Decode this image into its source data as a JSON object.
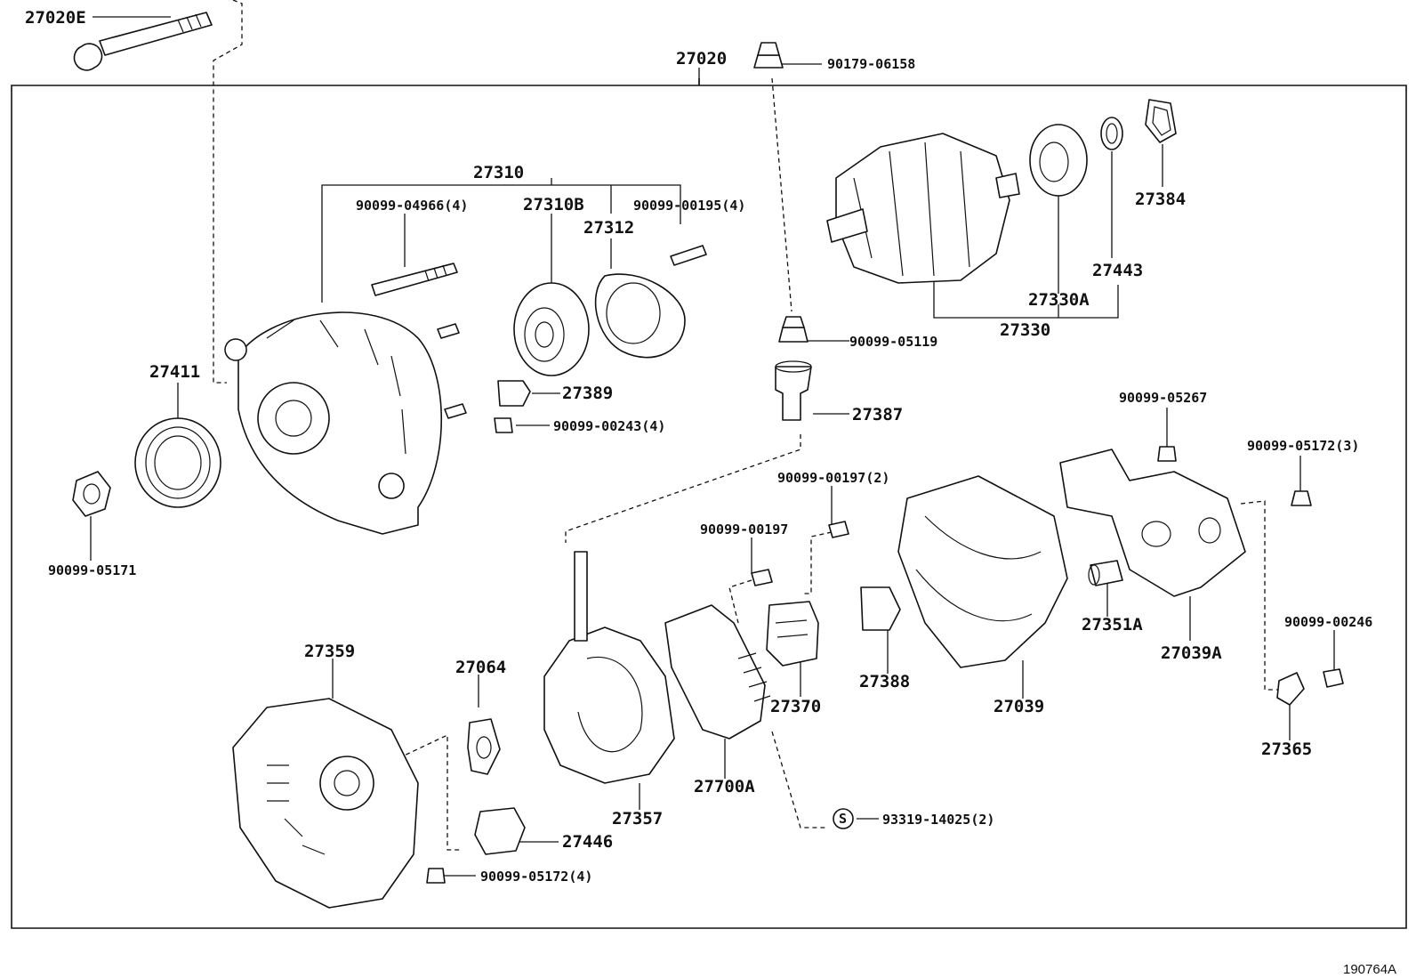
{
  "labels": {
    "p27020E": "27020E",
    "p27020": "27020",
    "p90179_06158": "90179-06158",
    "p27310": "27310",
    "p90099_04966": "90099-04966(4)",
    "p27310B": "27310B",
    "p90099_00195": "90099-00195(4)",
    "p27312": "27312",
    "p27384": "27384",
    "p27443": "27443",
    "p27330A": "27330A",
    "p27330": "27330",
    "p90099_05119": "90099-05119",
    "p27411": "27411",
    "p27389": "27389",
    "p90099_00243": "90099-00243(4)",
    "p27387": "27387",
    "p90099_05267": "90099-05267",
    "p90099_05172_3": "90099-05172(3)",
    "p90099_00197_2": "90099-00197(2)",
    "p90099_00197": "90099-00197",
    "p90099_05171": "90099-05171",
    "p27351A": "27351A",
    "p27039A": "27039A",
    "p90099_00246": "90099-00246",
    "p27388": "27388",
    "p27370": "27370",
    "p27039": "27039",
    "p27359": "27359",
    "p27064": "27064",
    "p27700A": "27700A",
    "p27365": "27365",
    "p27357": "27357",
    "p93319_14025": "93319-14025(2)",
    "p27446": "27446",
    "p90099_05172_4": "90099-05172(4)",
    "s_mark": "S"
  },
  "footer": {
    "figure_code": "190764A"
  }
}
